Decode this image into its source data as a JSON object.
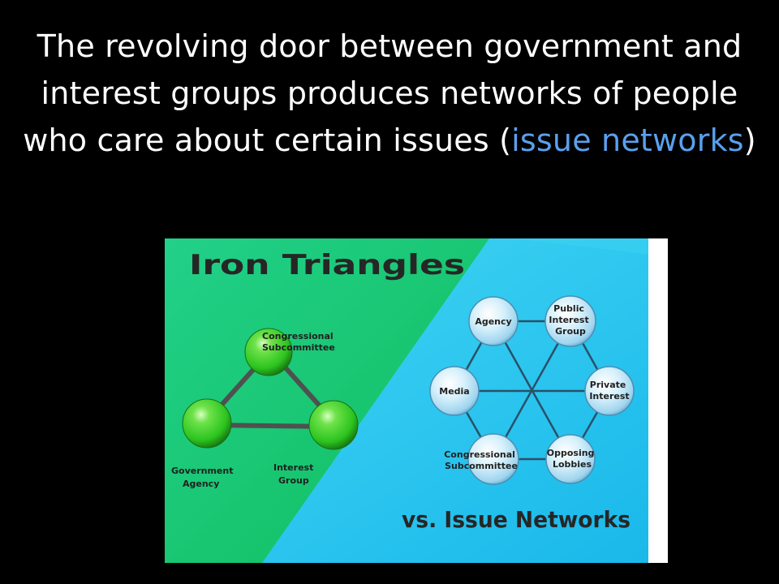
{
  "slide": {
    "title_before": "The revolving door between government and interest groups produces networks of people who care about certain issues (",
    "title_highlight": "issue networks",
    "title_after": ")",
    "highlight_color": "#5aa0ee",
    "text_color": "#ffffff",
    "background": "#000000"
  },
  "diagram": {
    "iron_title": "Iron Triangles",
    "issue_title": "vs. Issue Networks",
    "iron_nodes": [
      {
        "id": "subcommittee",
        "lines": [
          "Congressional",
          "Subcommittee"
        ]
      },
      {
        "id": "agency",
        "lines": [
          "Government",
          "Agency"
        ]
      },
      {
        "id": "interest",
        "lines": [
          "Interest",
          "Group"
        ]
      }
    ],
    "network_nodes": [
      {
        "id": "agency",
        "lines": [
          "Agency"
        ]
      },
      {
        "id": "public",
        "lines": [
          "Public",
          "Interest",
          "Group"
        ]
      },
      {
        "id": "media",
        "lines": [
          "Media"
        ]
      },
      {
        "id": "private",
        "lines": [
          "Private",
          "Interest"
        ]
      },
      {
        "id": "congress",
        "lines": [
          "Congressional",
          "Subcommittee"
        ]
      },
      {
        "id": "opposing",
        "lines": [
          "Opposing",
          "Lobbies"
        ]
      }
    ],
    "colors": {
      "green_bg": "#1fd07f",
      "blue_bg": "#27c3ee",
      "green_node": "#3ad22a",
      "blue_node": "#bfe6f8",
      "dark_text": "#1f1f1f"
    }
  }
}
